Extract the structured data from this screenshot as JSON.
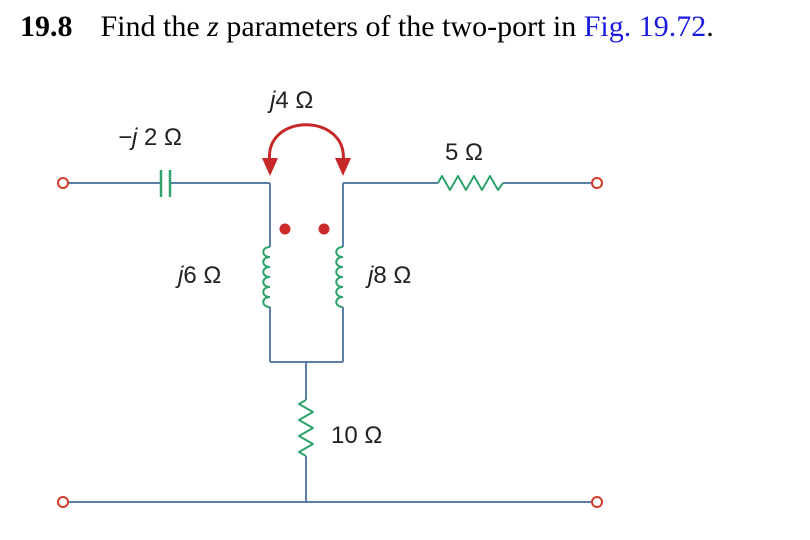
{
  "problem": {
    "number": "19.8",
    "text_before": "Find the ",
    "variable": "z",
    "text_middle": " parameters of the two-port in ",
    "figure_ref": "Fig. 19.72",
    "text_end": "."
  },
  "circuit": {
    "capacitor": {
      "j": "−j",
      "rest": "2 Ω"
    },
    "mutual": {
      "j": "j",
      "rest": "4 Ω"
    },
    "inductor_left": {
      "j": "j",
      "rest": "6 Ω"
    },
    "inductor_right": {
      "j": "j",
      "rest": "8 Ω"
    },
    "resistor_series": {
      "text": "5 Ω"
    },
    "resistor_shunt": {
      "text": "10 Ω"
    }
  }
}
